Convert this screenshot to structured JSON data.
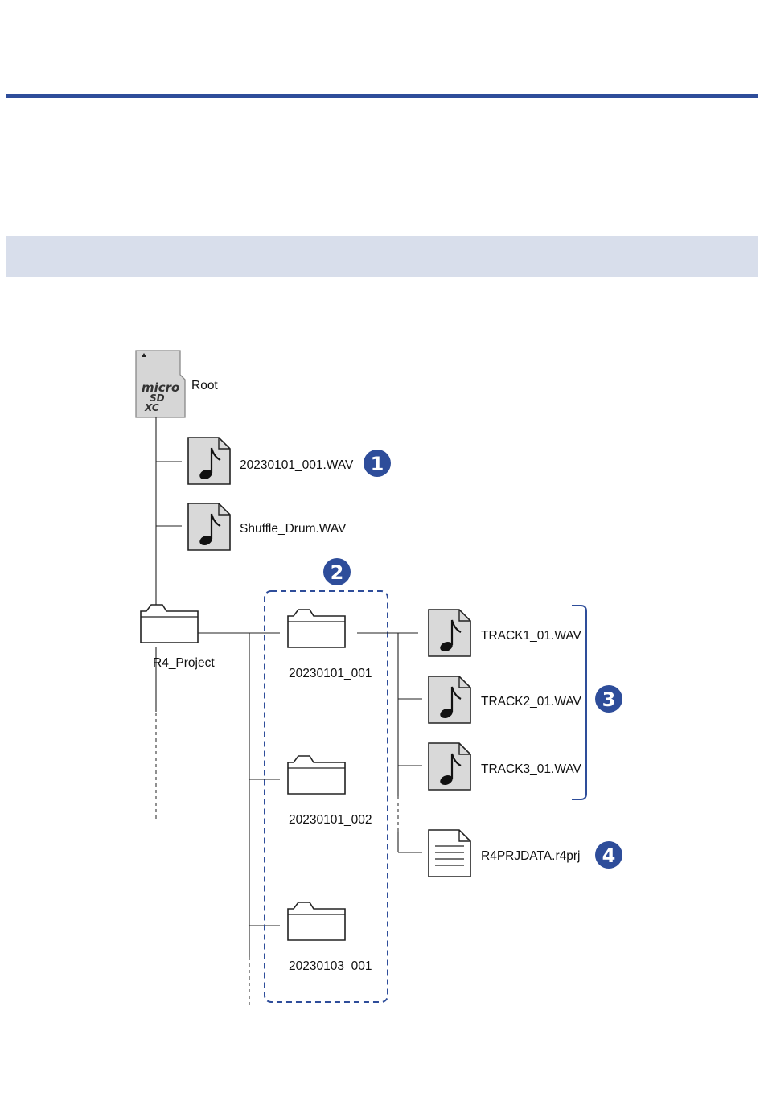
{
  "tree": {
    "root": {
      "label": "Root",
      "icon": "microsd-card-icon"
    },
    "root_files": [
      {
        "label": "20230101_001.WAV",
        "icon": "audio-file-icon"
      },
      {
        "label": "Shuffle_Drum.WAV",
        "icon": "audio-file-icon"
      }
    ],
    "project_folder": {
      "label": "R4_Project",
      "icon": "folder-icon"
    },
    "project_subfolders": [
      {
        "label": "20230101_001",
        "icon": "folder-icon"
      },
      {
        "label": "20230101_002",
        "icon": "folder-icon"
      },
      {
        "label": "20230103_001",
        "icon": "folder-icon"
      }
    ],
    "project_files": [
      {
        "label": "TRACK1_01.WAV",
        "icon": "audio-file-icon"
      },
      {
        "label": "TRACK2_01.WAV",
        "icon": "audio-file-icon"
      },
      {
        "label": "TRACK3_01.WAV",
        "icon": "audio-file-icon"
      },
      {
        "label": "R4PRJDATA.r4prj",
        "icon": "document-file-icon"
      }
    ]
  },
  "badges": [
    "1",
    "2",
    "3",
    "4"
  ],
  "colors": {
    "accent": "#2e4d9a",
    "band": "#d8deeb",
    "icon_fill": "#d9d9d9"
  }
}
